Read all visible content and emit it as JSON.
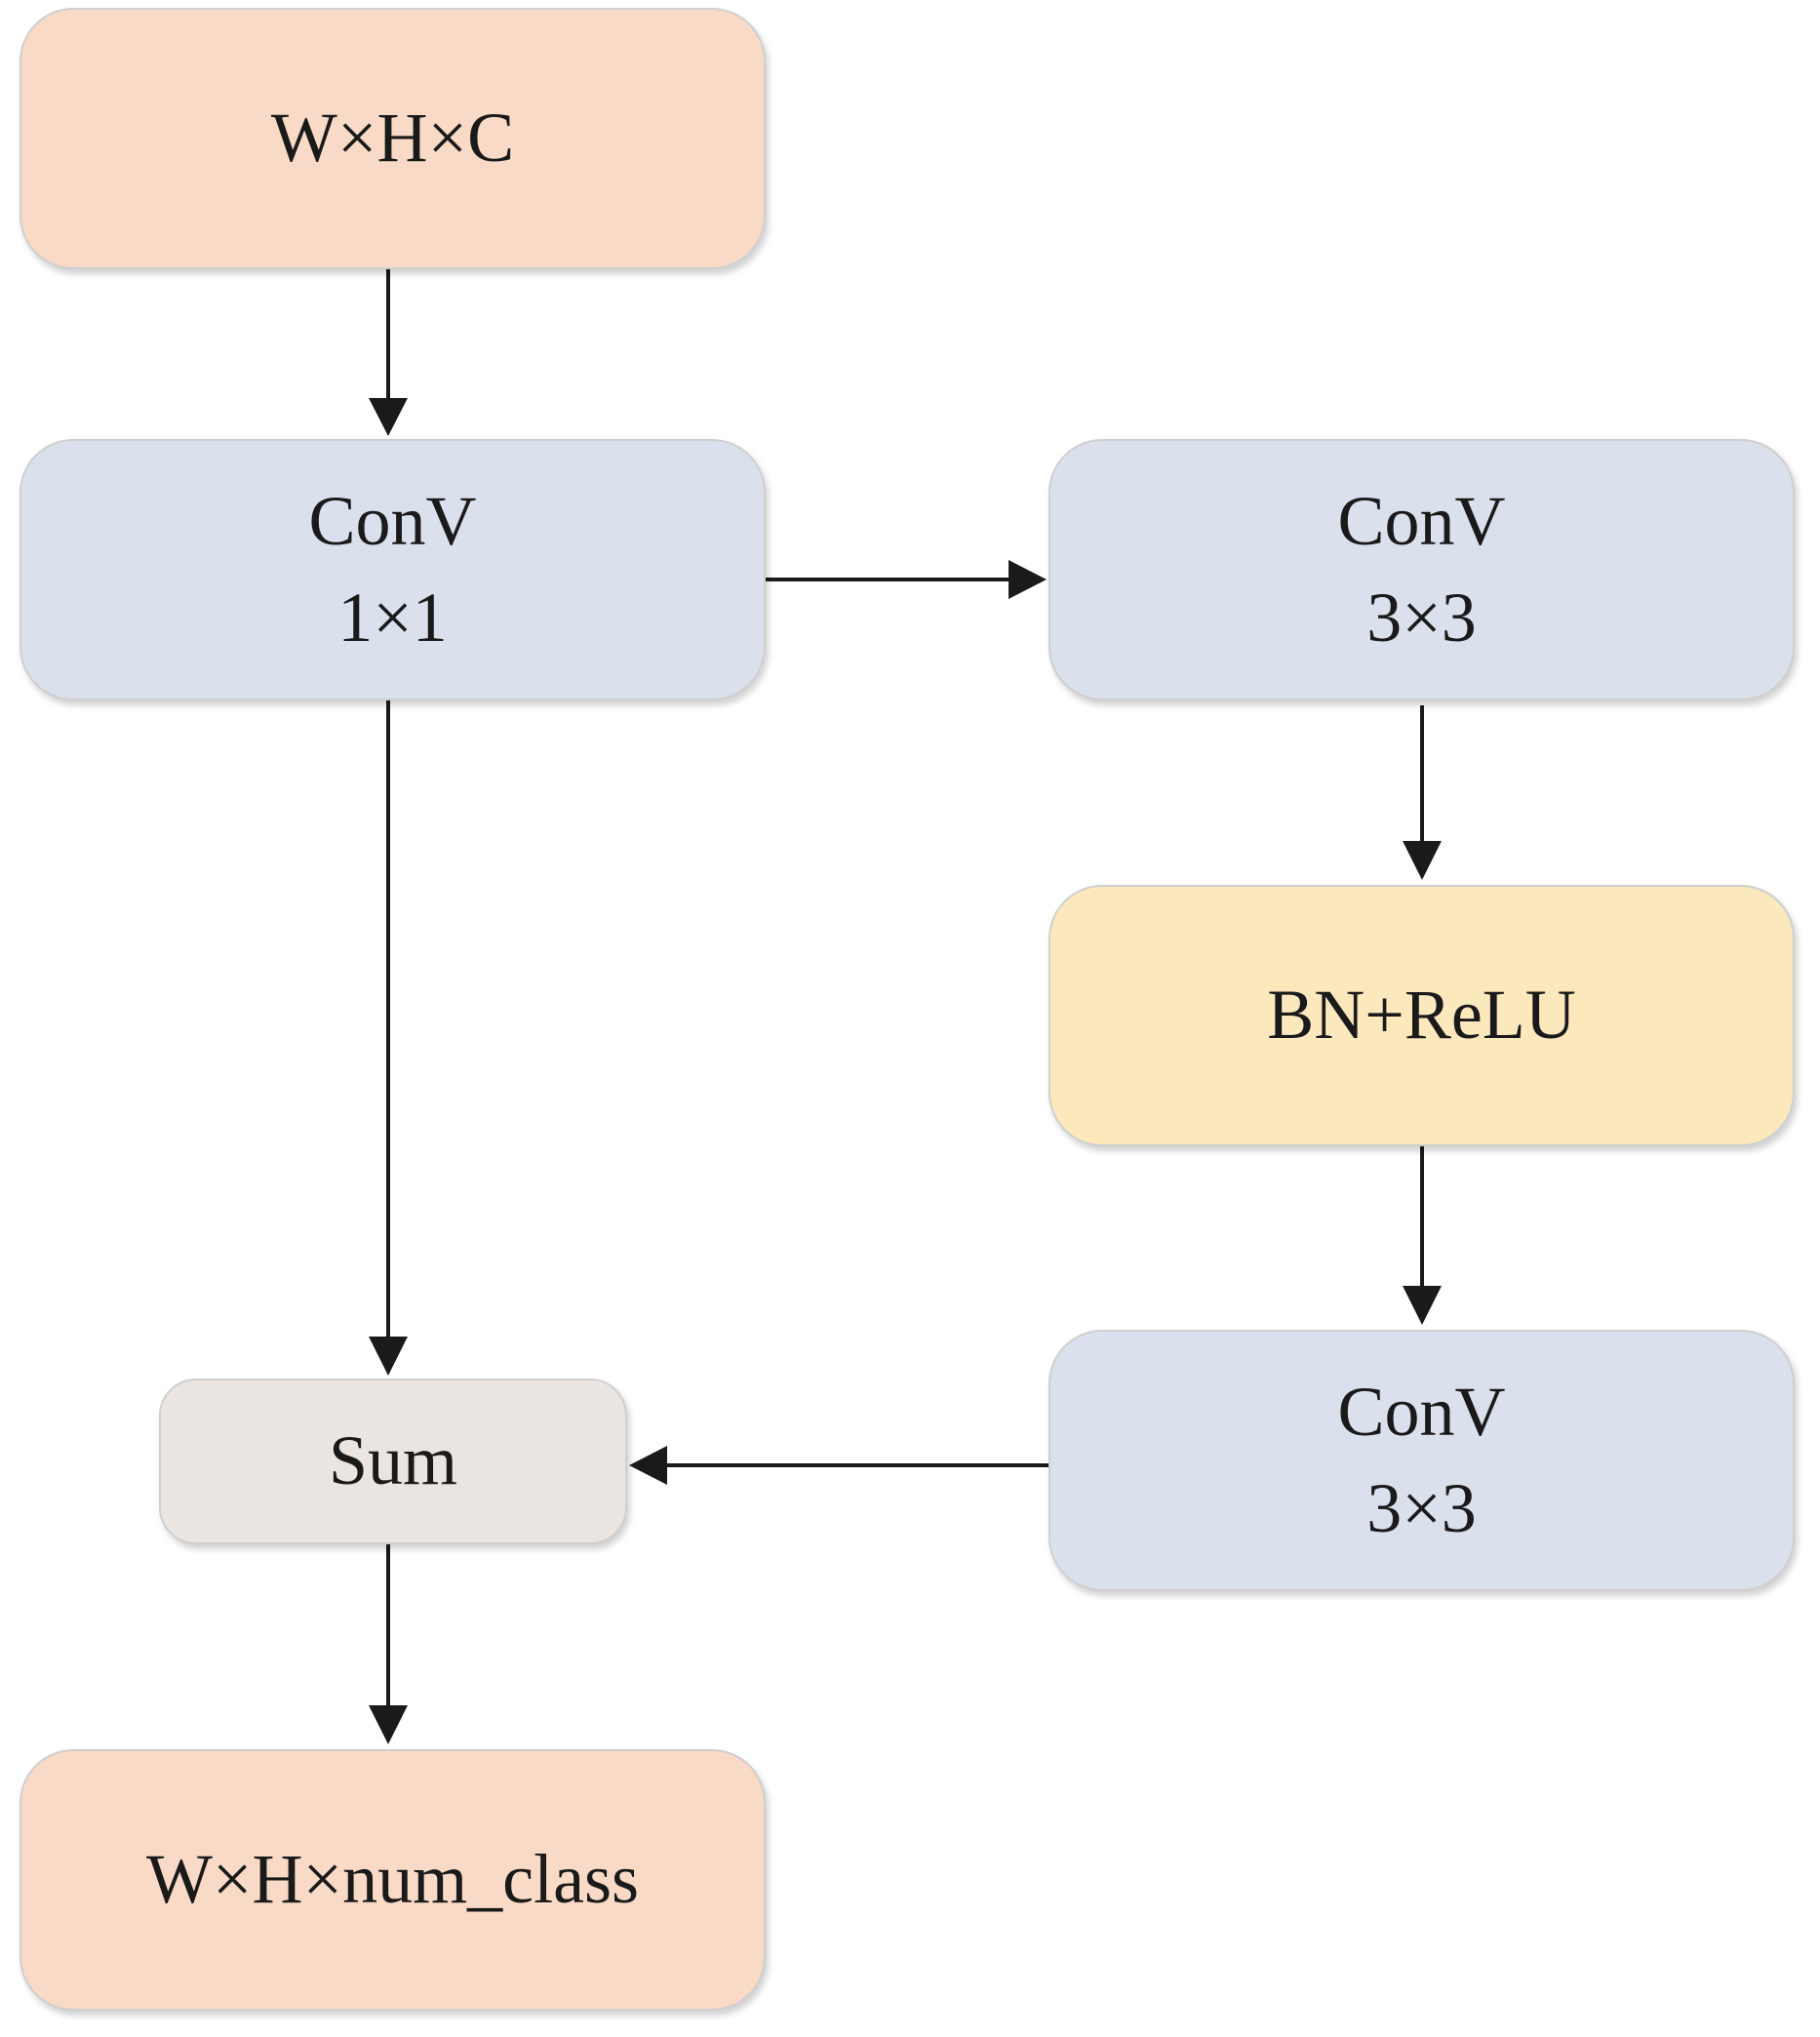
{
  "colors": {
    "io_fill": "#f9dac6",
    "conv_fill": "#dbe1ec",
    "bn_fill": "#fce8bd",
    "sum_fill": "#ebe5e1",
    "arrow": "#1a1a1a"
  },
  "nodes": {
    "input": {
      "line1": "W×H×C"
    },
    "conv1": {
      "line1": "ConV",
      "line2": "1×1"
    },
    "conv2": {
      "line1": "ConV",
      "line2": "3×3"
    },
    "bn": {
      "line1": "BN+ReLU"
    },
    "conv3": {
      "line1": "ConV",
      "line2": "3×3"
    },
    "sum": {
      "line1": "Sum"
    },
    "output": {
      "line1": "W×H×num_class"
    }
  },
  "edges": [
    {
      "from": "input",
      "to": "conv1"
    },
    {
      "from": "conv1",
      "to": "conv2"
    },
    {
      "from": "conv1",
      "to": "sum"
    },
    {
      "from": "conv2",
      "to": "bn"
    },
    {
      "from": "bn",
      "to": "conv3"
    },
    {
      "from": "conv3",
      "to": "sum"
    },
    {
      "from": "sum",
      "to": "output"
    }
  ]
}
